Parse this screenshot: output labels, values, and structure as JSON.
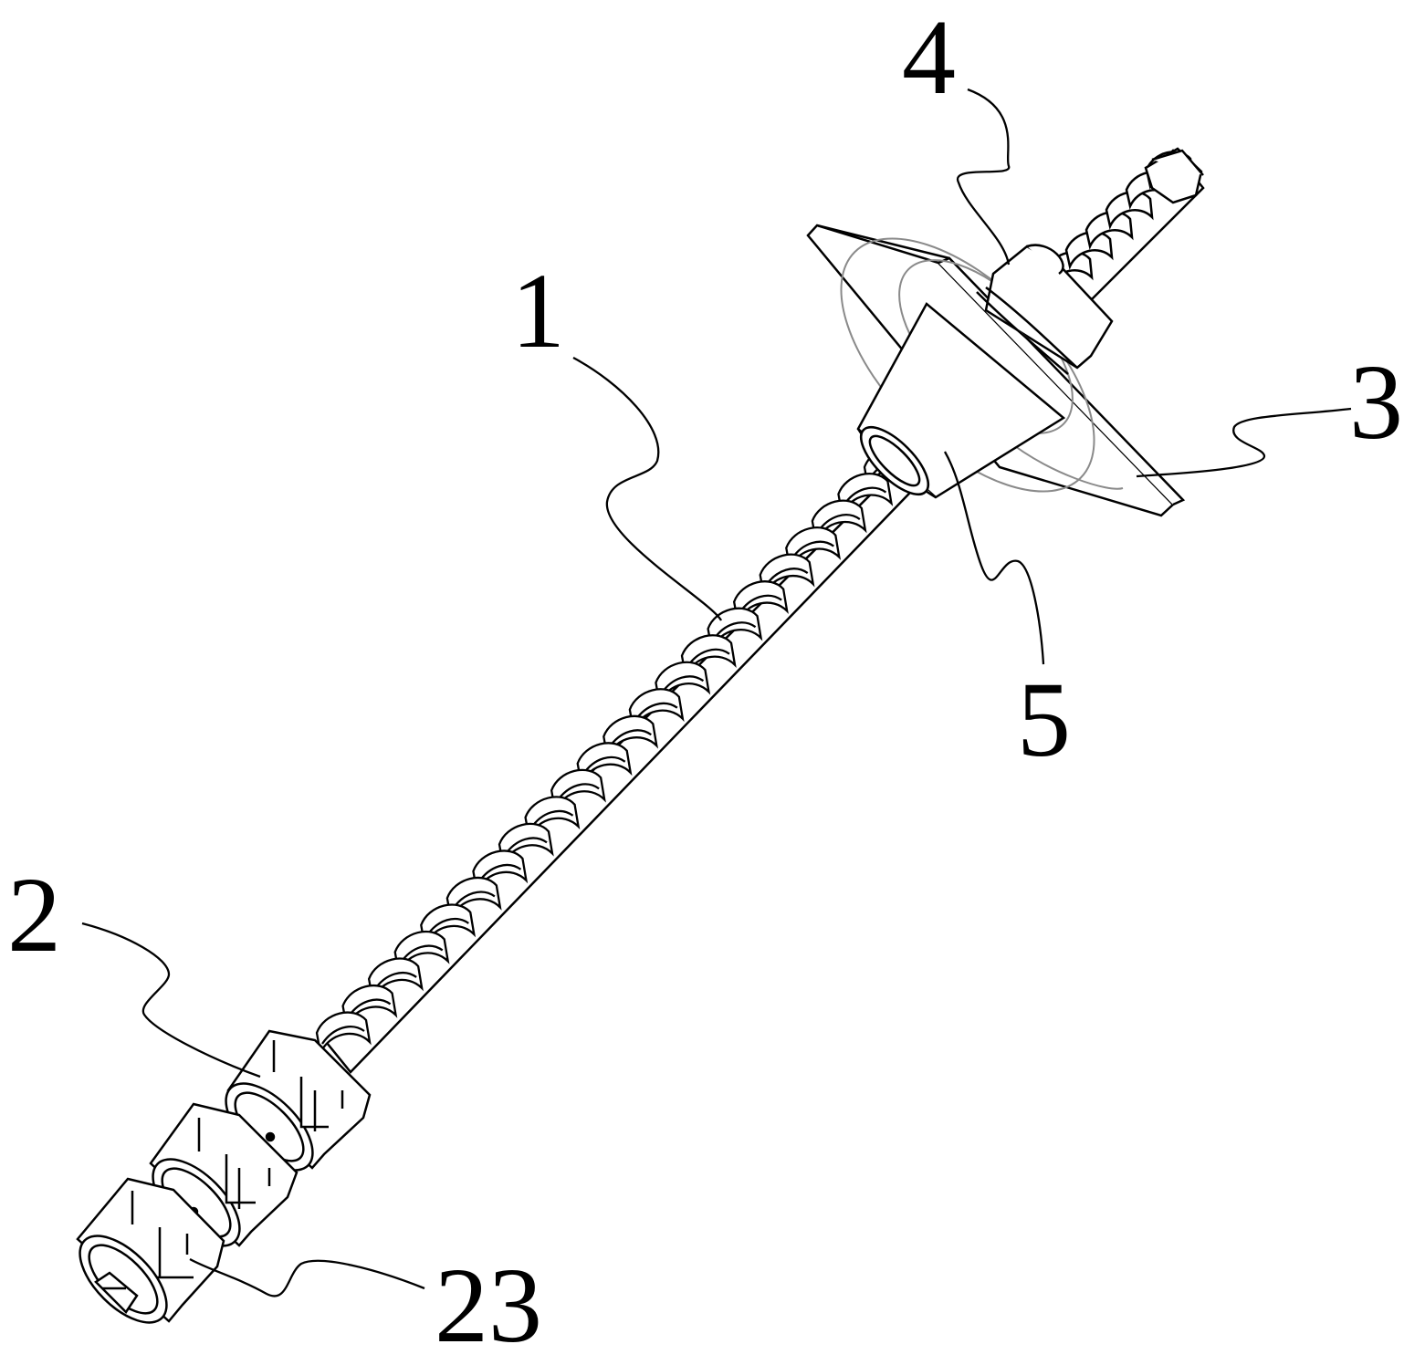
{
  "figure": {
    "labels": [
      {
        "id": "1",
        "text": "1",
        "part": "threaded-rod"
      },
      {
        "id": "2",
        "text": "2",
        "part": "anchor-sleeve-assembly"
      },
      {
        "id": "3",
        "text": "3",
        "part": "bearing-plate"
      },
      {
        "id": "4",
        "text": "4",
        "part": "nut"
      },
      {
        "id": "5",
        "text": "5",
        "part": "conical-seat"
      },
      {
        "id": "23",
        "text": "23",
        "part": "end-sleeve"
      }
    ],
    "colors": {
      "line": "#000000",
      "hidden_line": "#8a8a8a",
      "background": "#ffffff"
    }
  }
}
